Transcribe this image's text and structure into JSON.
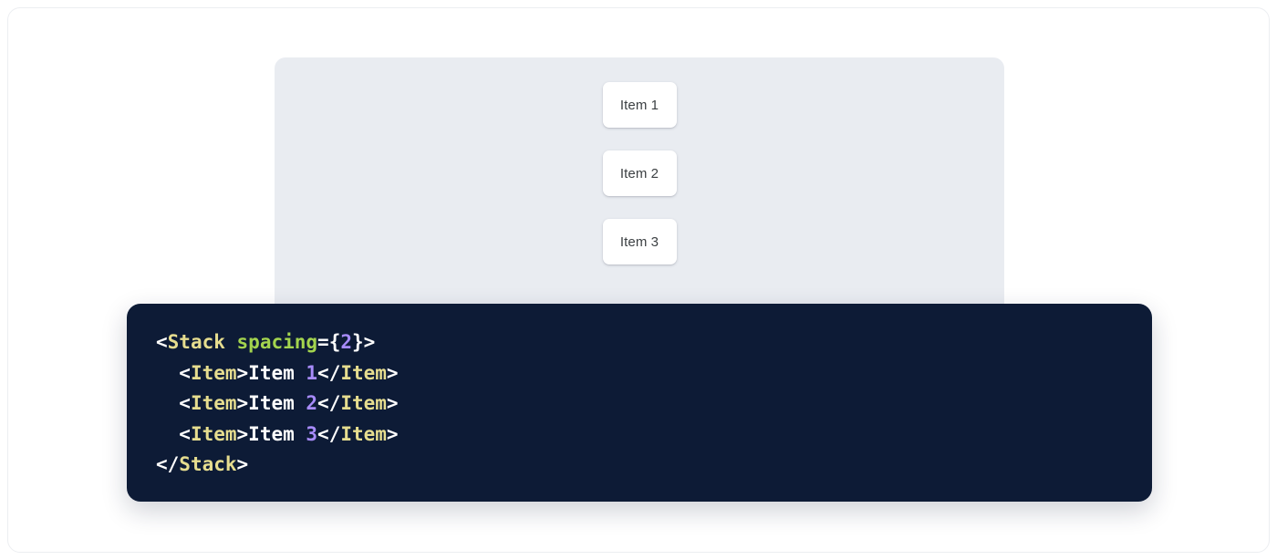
{
  "preview": {
    "panel_background": "#e9ecf1",
    "items": [
      {
        "label": "Item 1"
      },
      {
        "label": "Item 2"
      },
      {
        "label": "Item 3"
      }
    ]
  },
  "code": {
    "background": "#0d1b36",
    "language": "jsx",
    "colors": {
      "punctuation": "#ffffff",
      "tag": "#e6dd8f",
      "attribute": "#a3d44e",
      "number": "#a78bfa",
      "text": "#ffffff"
    },
    "lines": [
      {
        "id": "line-1",
        "tokens": [
          {
            "t": "punct",
            "v": "<"
          },
          {
            "t": "tag",
            "v": "Stack"
          },
          {
            "t": "punct",
            "v": " "
          },
          {
            "t": "attr",
            "v": "spacing"
          },
          {
            "t": "punct",
            "v": "={"
          },
          {
            "t": "num",
            "v": "2"
          },
          {
            "t": "punct",
            "v": "}>"
          }
        ]
      },
      {
        "id": "line-2",
        "tokens": [
          {
            "t": "punct",
            "v": "  <"
          },
          {
            "t": "tag",
            "v": "Item"
          },
          {
            "t": "punct",
            "v": ">"
          },
          {
            "t": "text",
            "v": "Item "
          },
          {
            "t": "num",
            "v": "1"
          },
          {
            "t": "punct",
            "v": "</"
          },
          {
            "t": "tag",
            "v": "Item"
          },
          {
            "t": "punct",
            "v": ">"
          }
        ]
      },
      {
        "id": "line-3",
        "tokens": [
          {
            "t": "punct",
            "v": "  <"
          },
          {
            "t": "tag",
            "v": "Item"
          },
          {
            "t": "punct",
            "v": ">"
          },
          {
            "t": "text",
            "v": "Item "
          },
          {
            "t": "num",
            "v": "2"
          },
          {
            "t": "punct",
            "v": "</"
          },
          {
            "t": "tag",
            "v": "Item"
          },
          {
            "t": "punct",
            "v": ">"
          }
        ]
      },
      {
        "id": "line-4",
        "tokens": [
          {
            "t": "punct",
            "v": "  <"
          },
          {
            "t": "tag",
            "v": "Item"
          },
          {
            "t": "punct",
            "v": ">"
          },
          {
            "t": "text",
            "v": "Item "
          },
          {
            "t": "num",
            "v": "3"
          },
          {
            "t": "punct",
            "v": "</"
          },
          {
            "t": "tag",
            "v": "Item"
          },
          {
            "t": "punct",
            "v": ">"
          }
        ]
      },
      {
        "id": "line-5",
        "tokens": [
          {
            "t": "punct",
            "v": "</"
          },
          {
            "t": "tag",
            "v": "Stack"
          },
          {
            "t": "punct",
            "v": ">"
          }
        ]
      }
    ]
  }
}
